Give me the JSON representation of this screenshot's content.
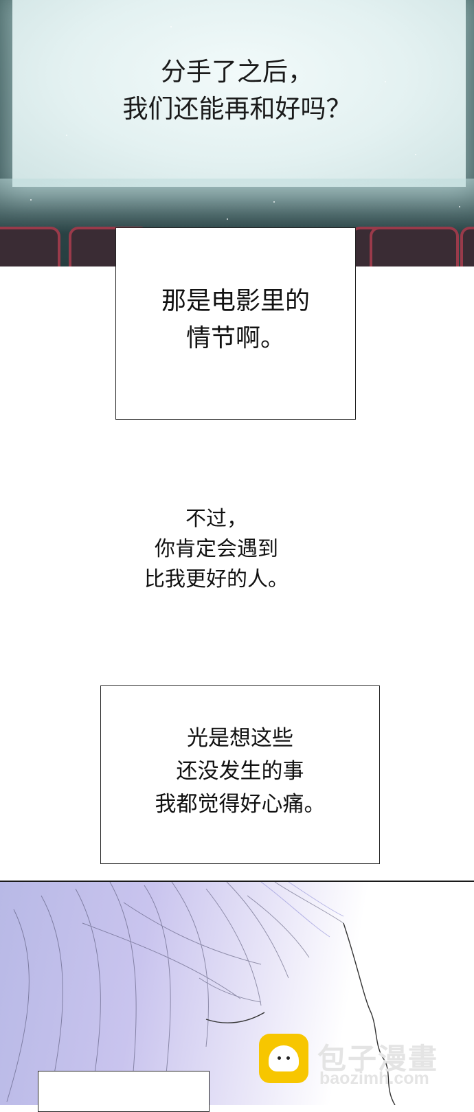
{
  "panel1": {
    "text": "分手了之后，\n我们还能再和好吗？"
  },
  "caption1": {
    "text": "那是电影里的\n情节啊。"
  },
  "narration": {
    "text": "不过，\n你肯定会遇到\n比我更好的人。"
  },
  "caption2": {
    "text": "光是想这些\n还没发生的事\n我都觉得好心痛。"
  },
  "watermark": {
    "logo_icon": "baozi-logo-icon",
    "brand_cn": "包子漫畫",
    "brand_url": "baozimh.com"
  }
}
